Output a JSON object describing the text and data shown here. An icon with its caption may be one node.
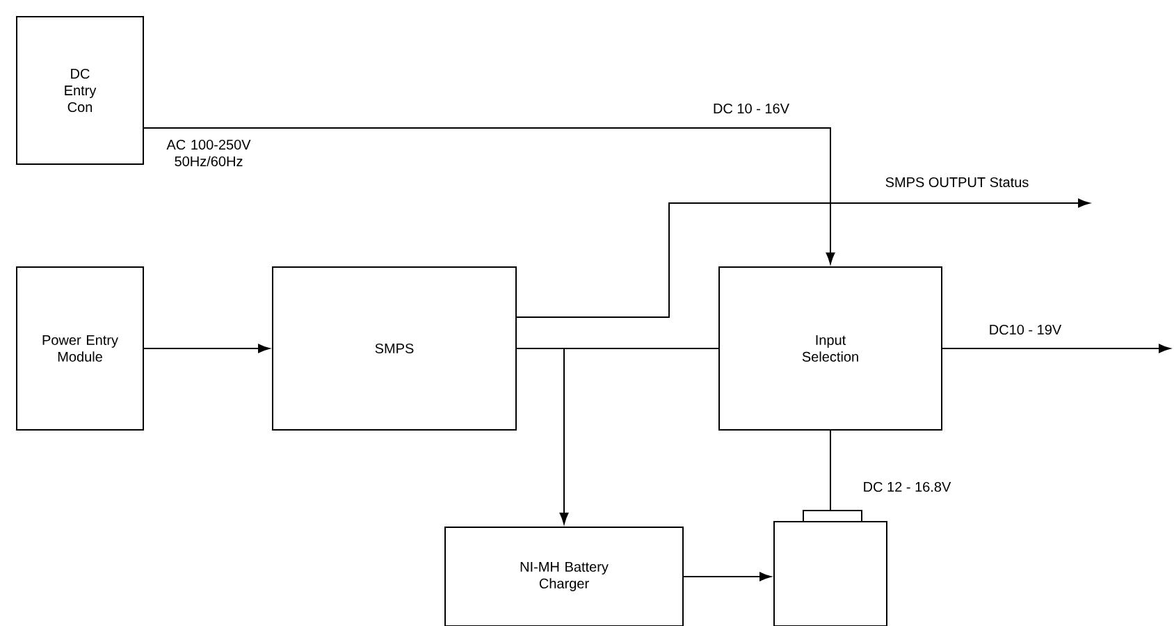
{
  "diagram": {
    "nodes": [
      {
        "text": [
          "DC Entry Con"
        ]
      },
      {
        "text": [
          "Power Entry Module"
        ]
      },
      {
        "text": [
          "SMPS"
        ]
      },
      {
        "text": [
          "Input Selection"
        ]
      },
      {
        "text": [
          "NI-MH Battery Charger"
        ]
      },
      {
        "text": [],
        "shape": "battery"
      }
    ],
    "edges": [
      {
        "from": 0,
        "to": 3,
        "arrow": "to",
        "label": "DC 10 - 16V"
      },
      {
        "from": 1,
        "to": 2,
        "arrow": "to"
      },
      {
        "from": 2,
        "to": null,
        "arrow": "to",
        "label": "SMPS OUTPUT Status"
      },
      {
        "from": 2,
        "to": 3,
        "arrow": "none"
      },
      {
        "from": 2,
        "to": 4,
        "arrow": "to"
      },
      {
        "from": 3,
        "to": null,
        "arrow": "to",
        "label": "DC10 - 19V"
      },
      {
        "from": 3,
        "to": 5,
        "arrow": "none",
        "label": "DC 12 - 16.8V"
      },
      {
        "from": 4,
        "to": 5,
        "arrow": "to"
      }
    ],
    "labels": [
      "AC 100-250V 50Hz/60Hz"
    ]
  }
}
